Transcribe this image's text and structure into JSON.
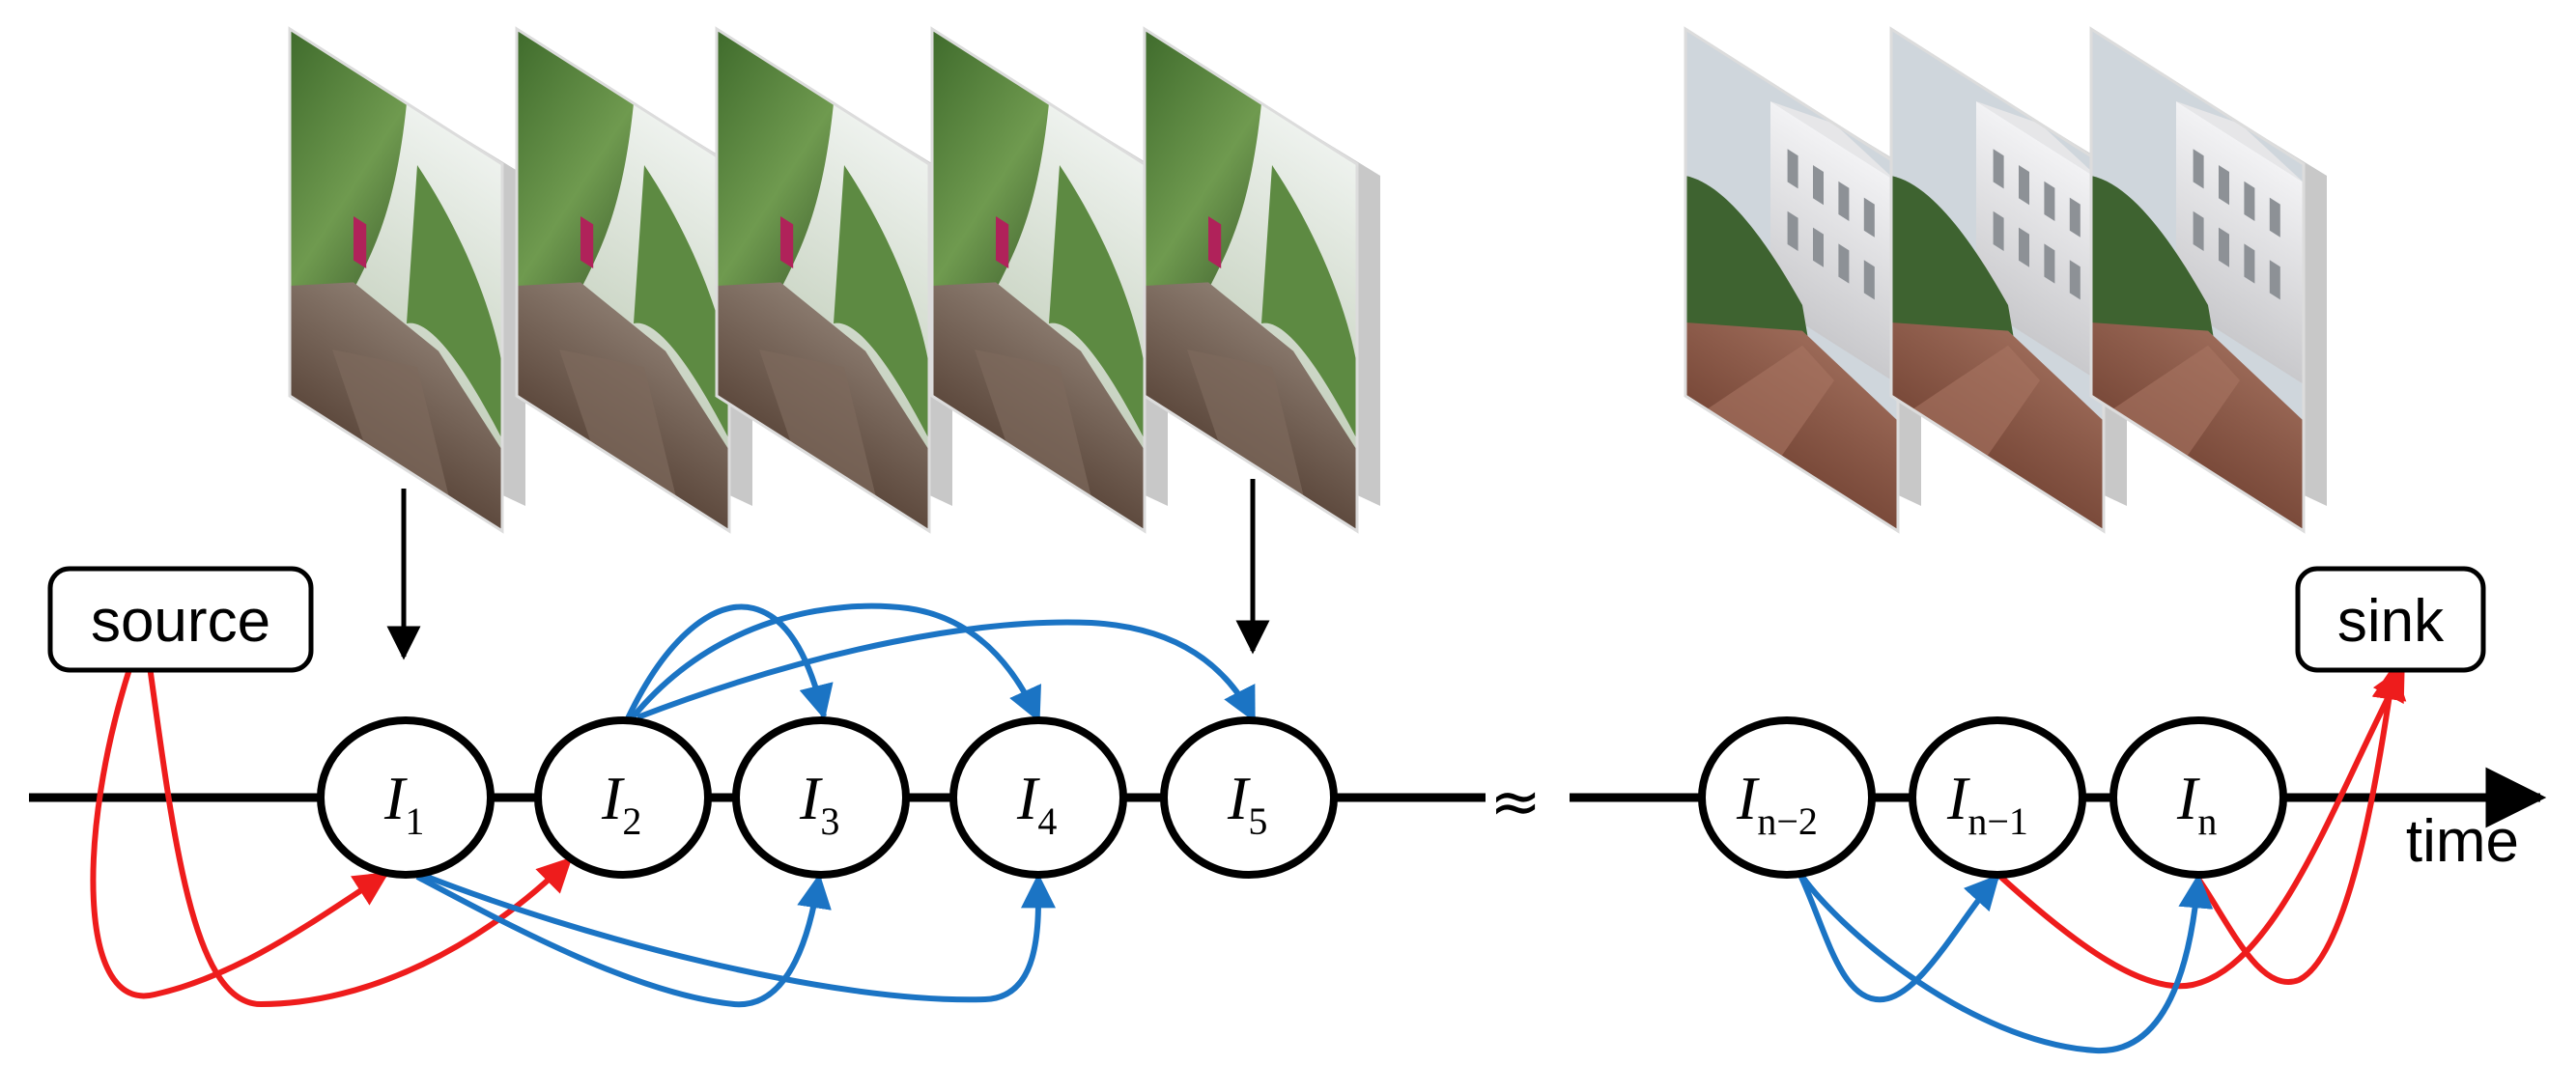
{
  "source_label": "source",
  "sink_label": "sink",
  "time_label": "time",
  "break_symbol": "≈",
  "nodes": [
    {
      "id": "I1",
      "letter": "I",
      "sub": "1"
    },
    {
      "id": "I2",
      "letter": "I",
      "sub": "2"
    },
    {
      "id": "I3",
      "letter": "I",
      "sub": "3"
    },
    {
      "id": "I4",
      "letter": "I",
      "sub": "4"
    },
    {
      "id": "I5",
      "letter": "I",
      "sub": "5"
    },
    {
      "id": "In-2",
      "letter": "I",
      "sub": "n−2"
    },
    {
      "id": "In-1",
      "letter": "I",
      "sub": "n−1"
    },
    {
      "id": "In",
      "letter": "I",
      "sub": "n"
    }
  ],
  "colors": {
    "red": "#ee1c1c",
    "blue": "#1b74c4",
    "black": "#000000"
  },
  "frames_left": [
    "frame-1",
    "frame-2",
    "frame-3",
    "frame-4",
    "frame-5"
  ],
  "frames_right": [
    "frame-n-2",
    "frame-n-1",
    "frame-n"
  ]
}
